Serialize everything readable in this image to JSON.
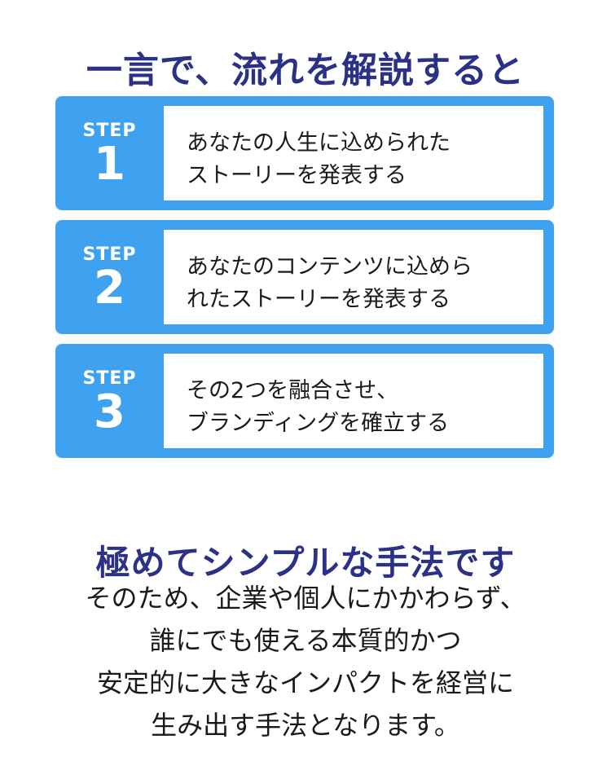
{
  "title": "一言で、流れを解説すると",
  "steps": [
    {
      "label": "STEP",
      "number": "1",
      "lines": [
        "あなたの人生に込められた",
        "ストーリーを発表する"
      ]
    },
    {
      "label": "STEP",
      "number": "2",
      "lines": [
        "あなたのコンテンツに込めら",
        "れたストーリーを発表する"
      ]
    },
    {
      "label": "STEP",
      "number": "3",
      "lines": [
        "その2つを融合させ、",
        "ブランディングを確立する"
      ]
    }
  ],
  "subtitle": "極めてシンプルな手法です",
  "description": [
    "そのため、企業や個人にかかわらず、",
    "誰にでも使える本質的かつ",
    "安定的に大きなインパクトを経営に",
    "生み出す手法となります。"
  ],
  "colors": {
    "heading": "#2b3187",
    "step_box": "#3fa2f1",
    "text": "#1a1a1a"
  }
}
